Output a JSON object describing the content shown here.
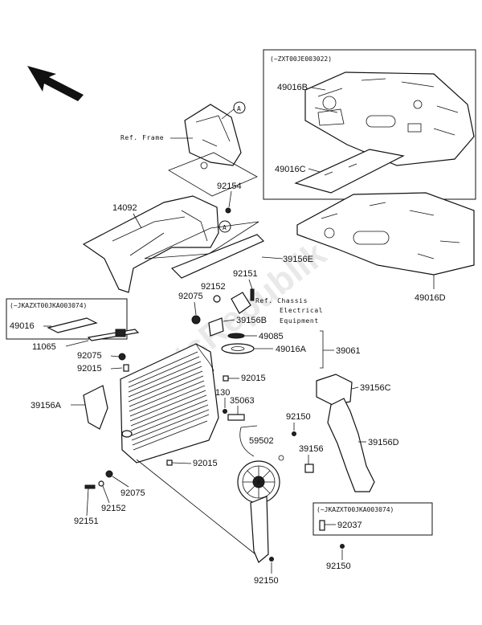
{
  "watermark": "PartsRepublik",
  "variant_boxes": {
    "top_right": "(~ZXT00JE003022)",
    "left": "(~JKAZXT00JKA003074)",
    "bottom_right": "(~JKAZXT00JKA003074)"
  },
  "refs": {
    "frame": "Ref. Frame",
    "chassis_line1": "Ref. Chassis",
    "chassis_line2": "Electrical",
    "chassis_line3": "Equipment"
  },
  "markers": {
    "a1": "A",
    "a2": "A"
  },
  "labels": {
    "p49016B": "49016B",
    "p49016C": "49016C",
    "p49016D": "49016D",
    "p92154": "92154",
    "p14092": "14092",
    "p39156E": "39156E",
    "p92151_top": "92151",
    "p92152_top": "92152",
    "p92075_top": "92075",
    "p39156B": "39156B",
    "p49085": "49085",
    "p49016A": "49016A",
    "p39061": "39061",
    "p49016": "49016",
    "p11065": "11065",
    "p92075_mid": "92075",
    "p92015_left": "92015",
    "p92015_right": "92015",
    "p39156A": "39156A",
    "p130": "130",
    "p35063": "35063",
    "p39156C": "39156C",
    "p92150_top": "92150",
    "p39156": "39156",
    "p59502": "59502",
    "p39156D": "39156D",
    "p92015_bottom": "92015",
    "p92075_bottom": "92075",
    "p92152_bottom": "92152",
    "p92151_bottom": "92151",
    "p92037": "92037",
    "p92150_bottom_right": "92150",
    "p92150_bottom": "92150"
  }
}
